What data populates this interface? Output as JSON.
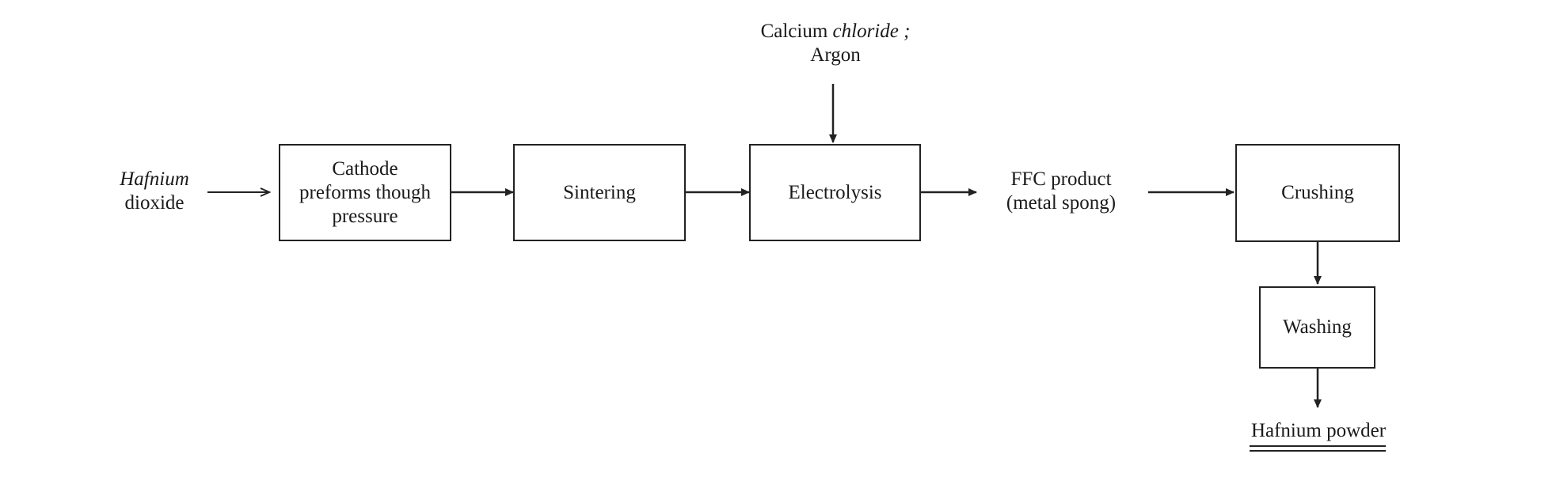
{
  "inputs": {
    "feed_line1": "Hafnium",
    "feed_line2": "dioxide",
    "electrolyte_line1_part1": "Calcium",
    "electrolyte_line1_part2": "chloride ;",
    "electrolyte_line2": "Argon"
  },
  "steps": {
    "cathode_line1": "Cathode",
    "cathode_line2": "preforms though",
    "cathode_line3": "pressure",
    "sintering": "Sintering",
    "electrolysis": "Electrolysis",
    "crushing": "Crushing",
    "washing": "Washing"
  },
  "intermediate": {
    "ffc_line1": "FFC product",
    "ffc_line2": "(metal spong)"
  },
  "output": {
    "final_product": "Hafnium powder"
  }
}
